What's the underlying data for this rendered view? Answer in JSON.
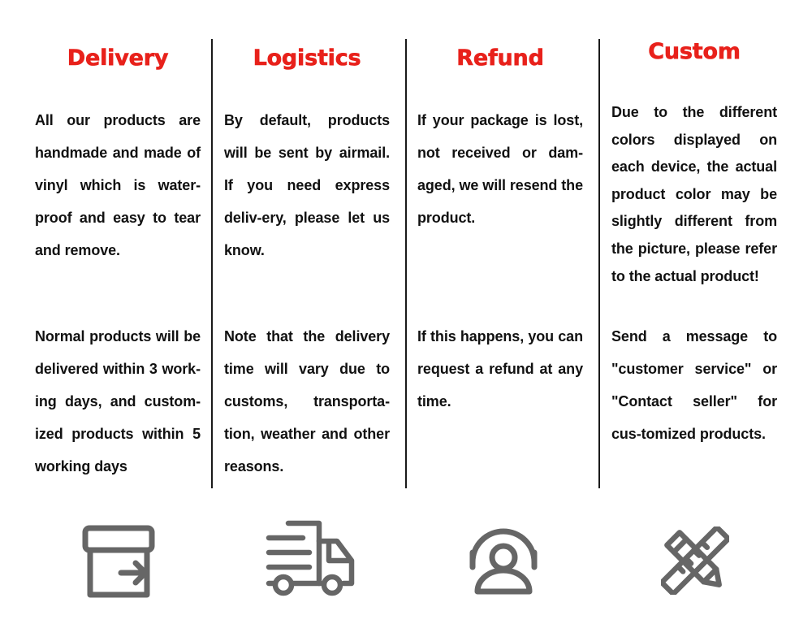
{
  "columns": [
    {
      "title": "Delivery",
      "para1": "All our products are handmade and made of vinyl which is water-proof and easy to tear and remove.",
      "para2": "Normal products will be delivered within 3 work-ing days, and custom-ized products within 5 working days",
      "icon": "box-arrow-icon"
    },
    {
      "title": "Logistics",
      "para1": "By default, products will be sent by airmail. If you need express deliv-ery, please let us know.",
      "para2": "Note that the delivery time will vary due to customs, transporta-tion, weather and other reasons.",
      "icon": "delivery-truck-icon"
    },
    {
      "title": "Refund",
      "para1": "If your package is lost, not received or dam-aged, we will resend the product.",
      "para2": "If this happens, you can request a refund at any time.",
      "icon": "customer-service-headset-icon"
    },
    {
      "title": "Custom",
      "para1": "Due to the different colors displayed on each device, the actual product color may be slightly different from the picture, please refer to the actual product!",
      "para2": "Send a message to \"customer service\" or \"Contact seller\" for cus-tomized products.",
      "icon": "pencil-ruler-icon"
    }
  ],
  "colors": {
    "title": "#e8211b",
    "text": "#111111",
    "icon": "#666666",
    "divider": "#1a1a1a"
  }
}
